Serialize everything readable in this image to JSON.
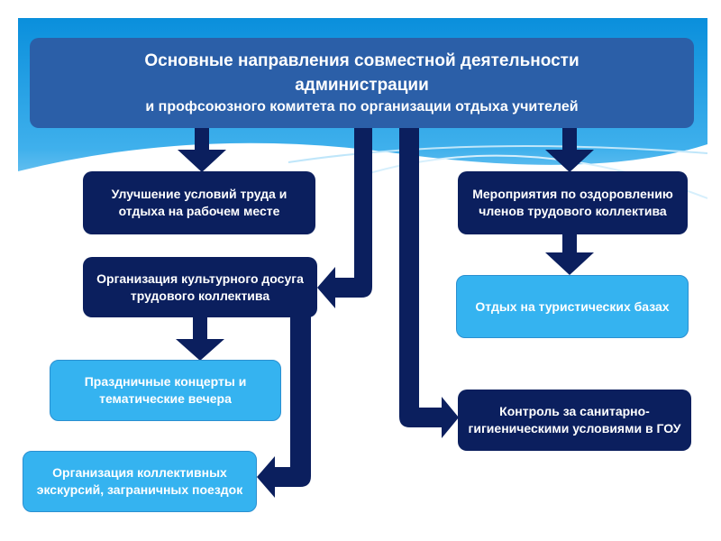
{
  "title": {
    "line1": "Основные направления совместной деятельности",
    "line2": "администрации",
    "line3": "и профсоюзного комитета по организации отдыха учителей"
  },
  "boxes": {
    "working_conditions": "Улучшение условий труда и отдыха на рабочем месте",
    "health_measures": "Мероприятия по оздоровлению членов трудового коллектива",
    "cultural_leisure": "Организация культурного досуга трудового коллектива",
    "tourist_bases": "Отдых на туристических базах",
    "concerts": "Праздничные  концерты и тематические вечера",
    "sanitary_control": "Контроль  за санитарно-гигиеническими условиями в ГОУ",
    "excursions": "Организация коллективных экскурсий, заграничных поездок"
  },
  "colors": {
    "navy": "#0b1f5e",
    "light": "#35b3f0",
    "title": "#2b5fa8"
  }
}
